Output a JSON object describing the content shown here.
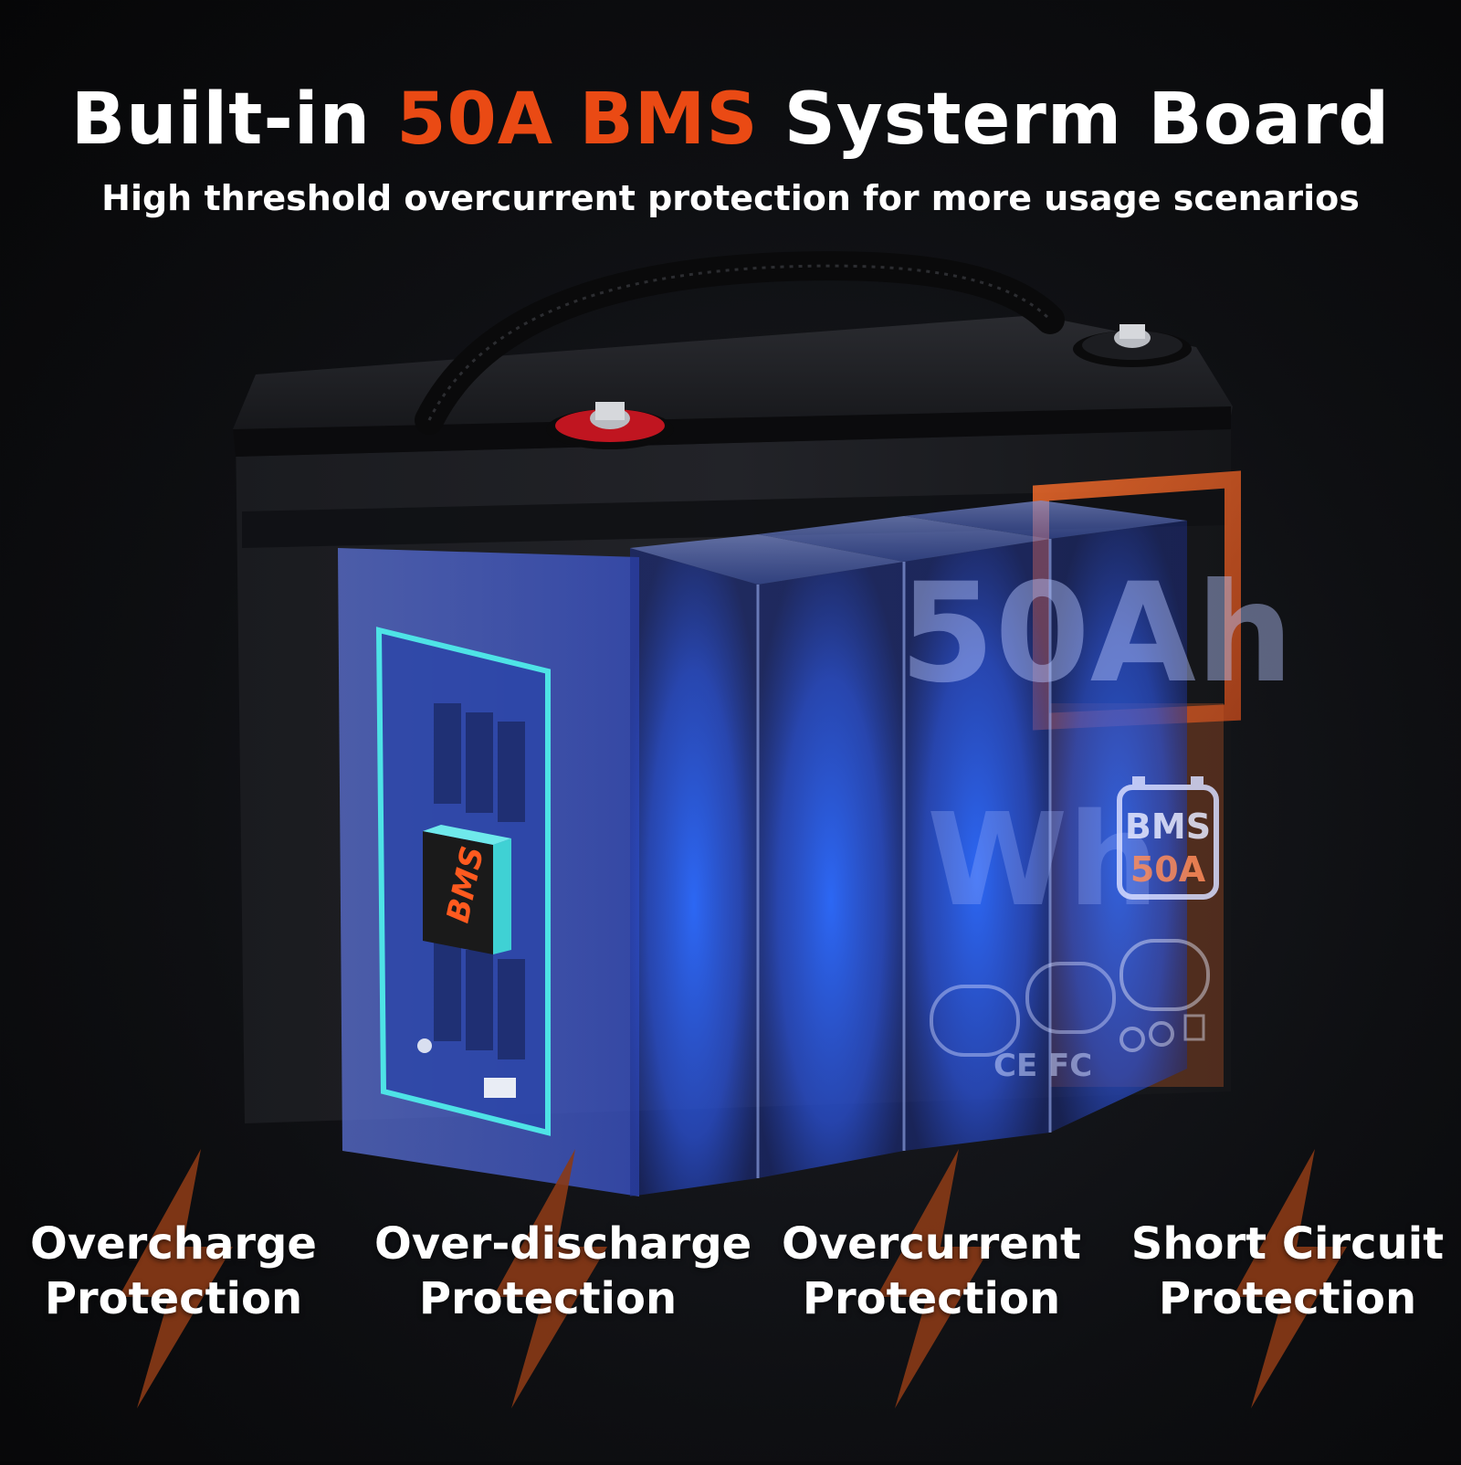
{
  "header": {
    "title_prefix": "Built-in",
    "title_highlight": "50A BMS",
    "title_suffix": "Systerm Board",
    "subtitle": "High threshold overcurrent protection for more usage scenarios"
  },
  "battery": {
    "capacity_label": "50Ah",
    "energy_label_partial": "Wh",
    "chip_label": "BMS",
    "badge_line1": "BMS",
    "badge_line2": "50A",
    "cert_marks": "CE FC"
  },
  "features": [
    {
      "line1": "Overcharge",
      "line2": "Protection"
    },
    {
      "line1": "Over-discharge",
      "line2": "Protection"
    },
    {
      "line1": "Overcurrent",
      "line2": "Protection"
    },
    {
      "line1": "Short Circuit",
      "line2": "Protection"
    }
  ],
  "colors": {
    "accent": "#ea4a14",
    "cell_blue": "#2f63e6",
    "board_cyan": "#4ee3e6",
    "bolt": "#8a3a16"
  },
  "icons": [
    "lightning-bolt-icon",
    "rv-icon",
    "boat-icon",
    "solar-home-icon",
    "recycle-icon",
    "no-fire-icon",
    "no-trash-icon"
  ]
}
